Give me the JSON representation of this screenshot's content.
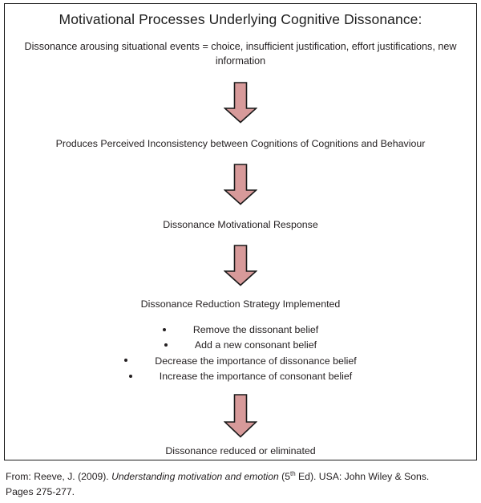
{
  "diagram": {
    "title": "Motivational Processes Underlying Cognitive Dissonance:",
    "intro": "Dissonance arousing situational events = choice, insufficient justification, effort justifications, new information",
    "steps": [
      {
        "label": "Produces Perceived Inconsistency between Cognitions of Cognitions and Behaviour"
      },
      {
        "label": "Dissonance Motivational Response"
      },
      {
        "label": "Dissonance Reduction Strategy Implemented"
      },
      {
        "label": "Dissonance reduced or eliminated"
      }
    ],
    "bullets": [
      "Remove the dissonant belief",
      "Add a new consonant belief",
      "Decrease the importance of dissonance belief",
      "Increase the importance of consonant belief"
    ],
    "arrow": {
      "icon": "down-arrow-icon",
      "fill": "#d79a9a",
      "stroke": "#1a1a1a",
      "count": 4
    },
    "border_color": "#1a1a1a",
    "background": "#ffffff",
    "text_color": "#231f20"
  },
  "citation": {
    "prefix": "From: Reeve, J. (2009). ",
    "work_title": "Understanding motivation and emotion",
    "edition_prefix": " (5",
    "edition_sup": "th",
    "edition_suffix": " Ed). USA: John Wiley & Sons.",
    "pages": "Pages 275-277."
  }
}
